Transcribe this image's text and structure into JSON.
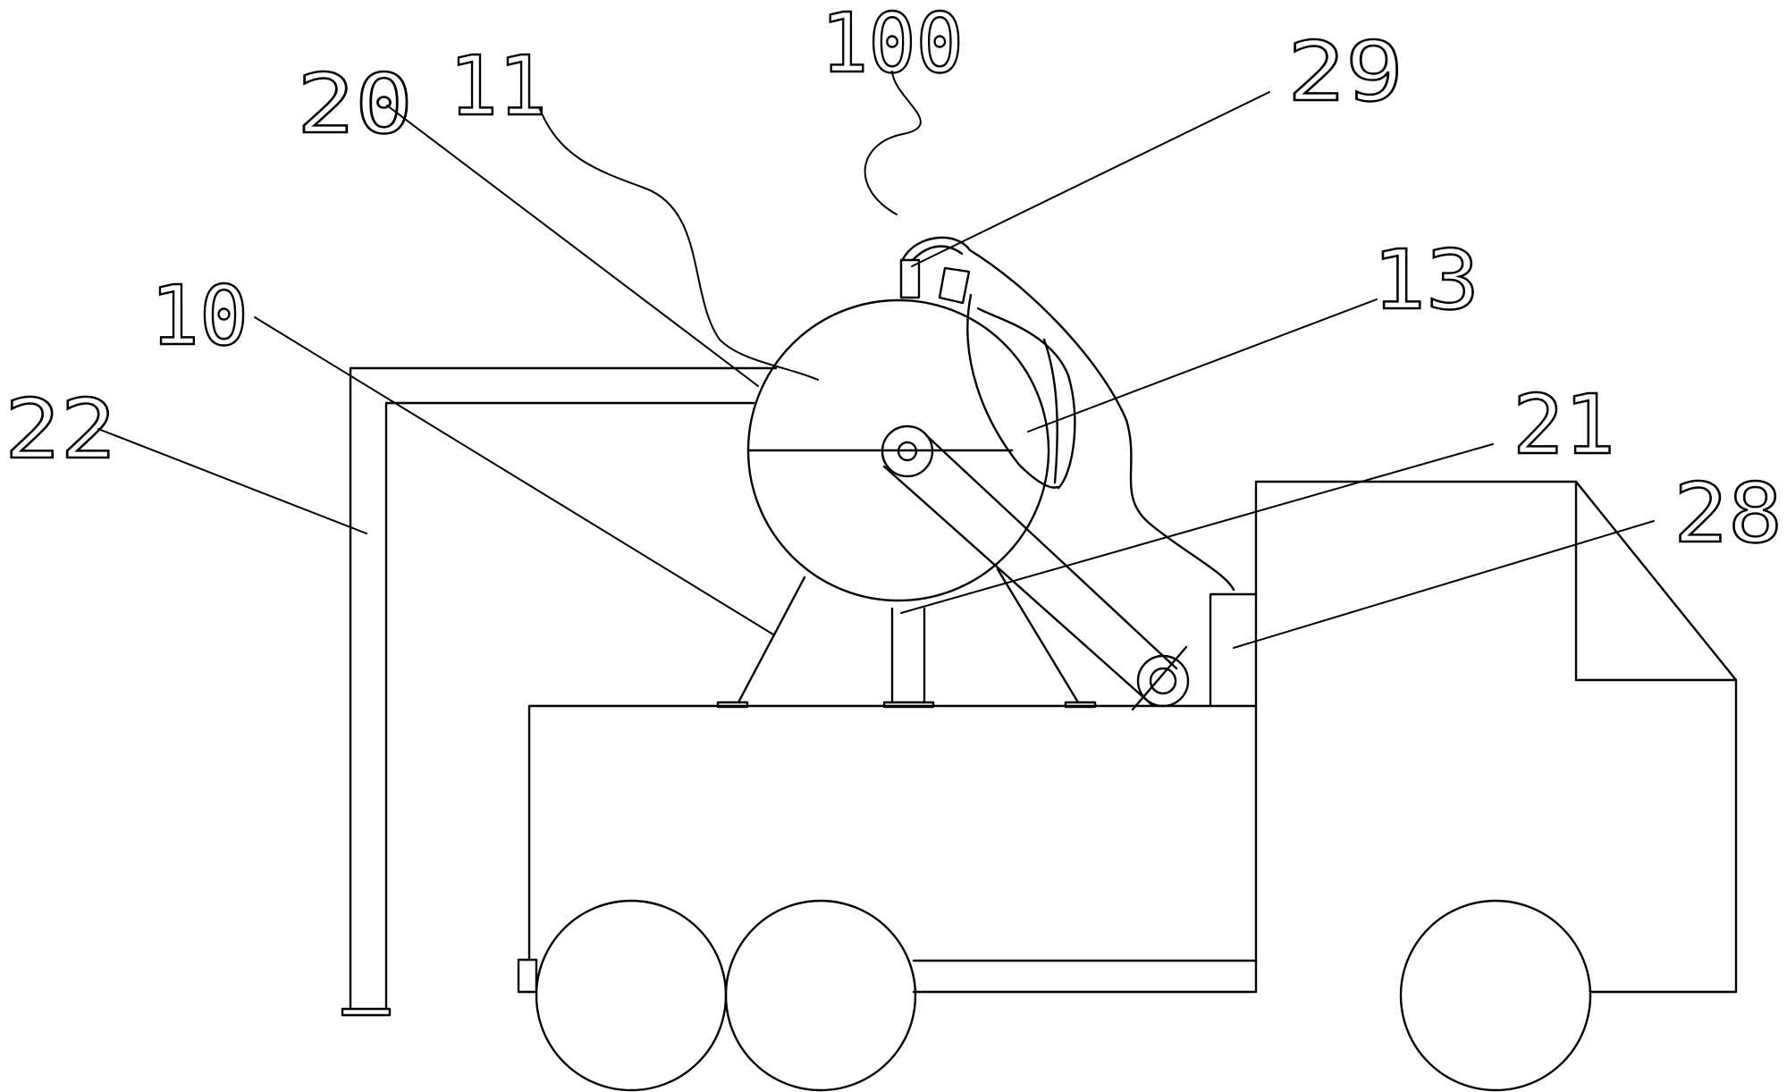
{
  "labels": {
    "n100": "100",
    "n29": "29",
    "n20": "20",
    "n11": "11",
    "n13": "13",
    "n10": "10",
    "n22": "22",
    "n21": "21",
    "n28": "28"
  }
}
